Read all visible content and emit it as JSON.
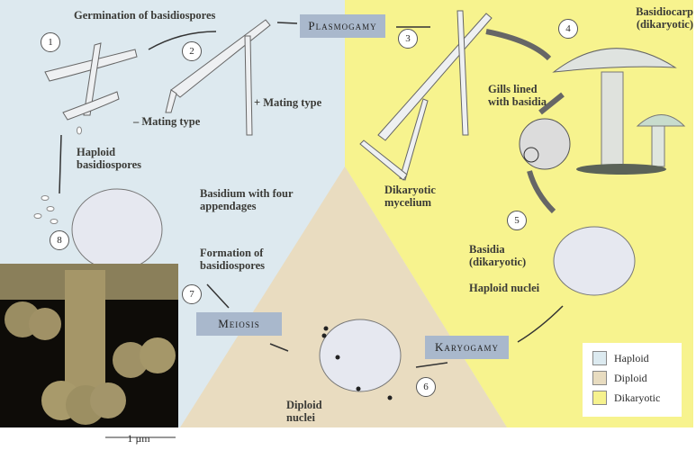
{
  "labels": {
    "germination": "Germination of basidiospores",
    "minus_mating": "– Mating type",
    "plus_mating": "+ Mating type",
    "haploid_spores": "Haploid basidiospores",
    "basidium_appendages": "Basidium with four appendages",
    "formation": "Formation of basidiospores",
    "dikaryotic_mycelium": "Dikaryotic mycelium",
    "basidiocarp": "Basidiocarp (dikaryotic)",
    "gills": "Gills lined with basidia",
    "basidia": "Basidia (dikaryotic)",
    "haploid_nuclei": "Haploid nuclei",
    "diploid_nuclei": "Diploid nuclei"
  },
  "processes": {
    "plasmogamy": "Plasmogamy",
    "karyogamy": "Karyogamy",
    "meiosis": "Meiosis"
  },
  "steps": [
    "1",
    "2",
    "3",
    "4",
    "5",
    "6",
    "7",
    "8"
  ],
  "legend": [
    {
      "label": "Haploid",
      "color": "#dceaf0"
    },
    {
      "label": "Diploid",
      "color": "#e8dcc0"
    },
    {
      "label": "Dikaryotic",
      "color": "#f6f28e"
    }
  ],
  "scale_bar": "1 µm"
}
